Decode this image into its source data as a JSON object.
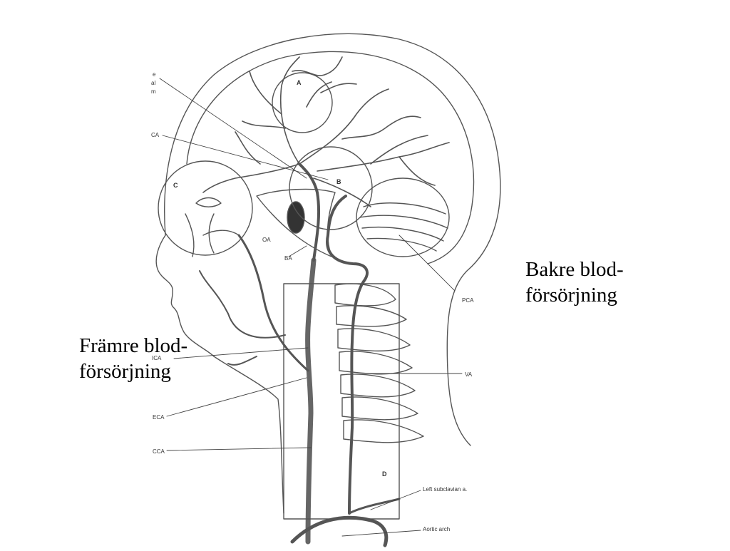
{
  "slide": {
    "posterior_label_line1": "Bakre blod-",
    "posterior_label_line2": "försörjning",
    "anterior_label_line1": "Främre blod-",
    "anterior_label_line2": "försörjning"
  },
  "figure": {
    "region_labels": [
      "A",
      "B",
      "C",
      "D"
    ],
    "vessel_labels": {
      "oa": "OA",
      "ba": "BA",
      "pca": "PCA",
      "ica": "ICA",
      "va": "VA",
      "eca": "ECA",
      "cca": "CCA",
      "left_subclavian": "Left subclavian a.",
      "aortic_arch": "Aortic arch"
    },
    "cropped_labels": {
      "line1": "e",
      "line2": "al",
      "line3": "m",
      "aca": "CA"
    }
  },
  "colors": {
    "line": "#555555",
    "background": "#ffffff"
  }
}
